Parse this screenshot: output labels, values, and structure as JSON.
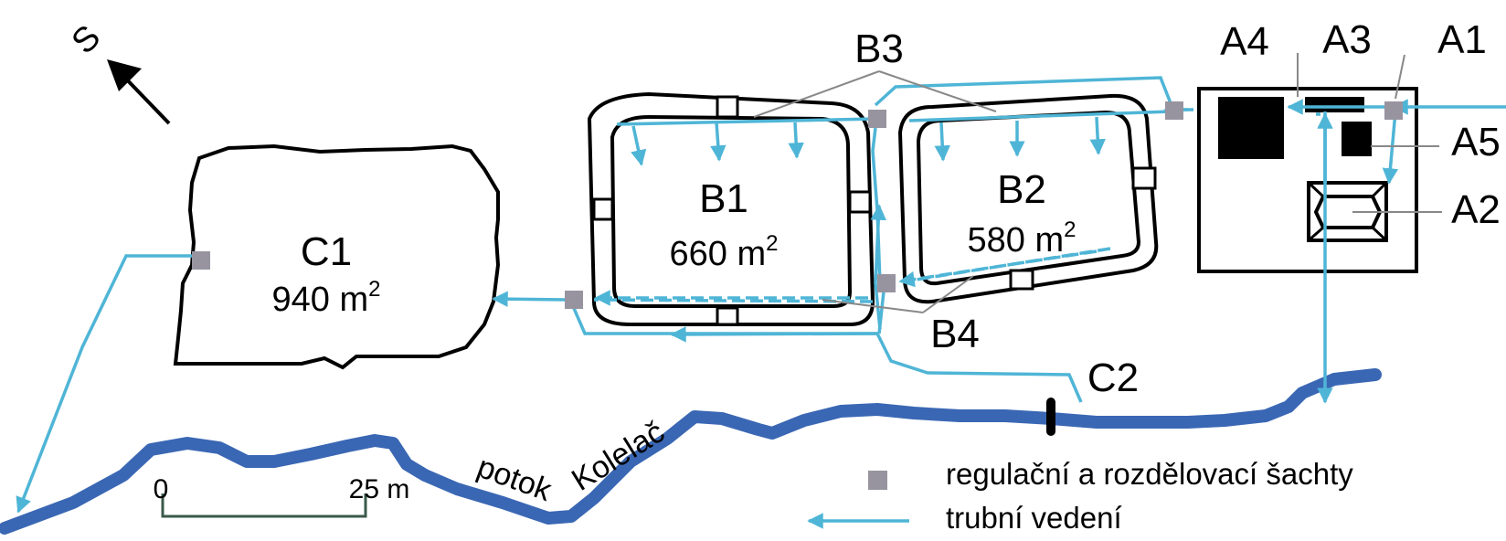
{
  "colors": {
    "pipe": "#4fb5d6",
    "stream": "#3a67b4",
    "shaft": "#98949f",
    "outline": "#000000",
    "leader": "#888888",
    "scale": "#3a5a4a"
  },
  "north_arrow": {
    "label": "S"
  },
  "objects": {
    "A1": "A1",
    "A2": "A2",
    "A3": "A3",
    "A4": "A4",
    "A5": "A5",
    "B1": "B1",
    "B1_area_value": "660 m",
    "B1_area_exp": "2",
    "B2": "B2",
    "B2_area_value": "580 m",
    "B2_area_exp": "2",
    "B3": "B3",
    "B4": "B4",
    "C1": "C1",
    "C1_area_value": "940 m",
    "C1_area_exp": "2",
    "C2": "C2"
  },
  "stream": {
    "label_part1": "potok",
    "label_part2": "Kolelač"
  },
  "scale_bar": {
    "start_label": "0",
    "end_label": "25 m"
  },
  "legend": {
    "shaft_label": "regulační a rozdělovací šachty",
    "pipe_label": "trubní vedení",
    "shaft_icon": "square-shaft-icon",
    "pipe_icon": "arrow-line-icon"
  }
}
